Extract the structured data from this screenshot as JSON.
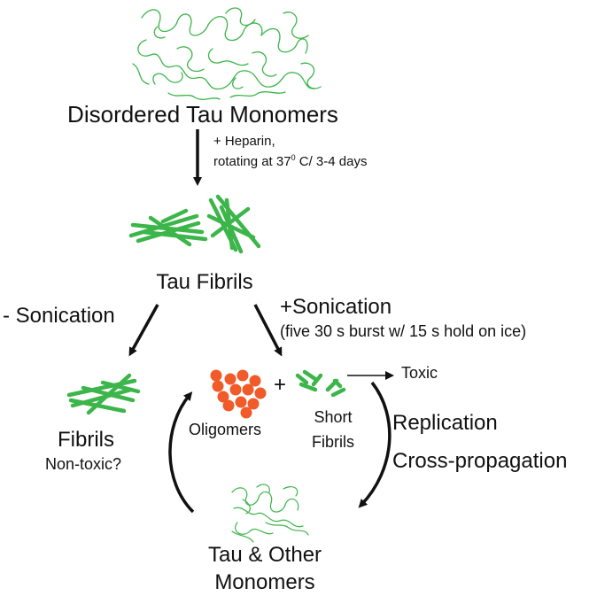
{
  "title": "Disordered Tau Monomers",
  "step1": {
    "line1": "+ Heparin,",
    "line2_pre": "rotating at 37",
    "line2_sup": "0",
    "line2_post": " C/ 3-4 days"
  },
  "fibrils_label": "Tau Fibrils",
  "minus_sonication": "- Sonication",
  "plus_sonication": "+Sonication",
  "sonication_detail": "(five 30 s burst w/ 15 s hold on ice)",
  "left_product": {
    "name": "Fibrils",
    "note": "Non-toxic?"
  },
  "oligomers": "Oligomers",
  "plus_sign": "+",
  "short_fibrils": {
    "line1": "Short",
    "line2": "Fibrils"
  },
  "toxic": "Toxic",
  "replication": "Replication",
  "cross_propagation": "Cross-propagation",
  "monomers_bottom": {
    "line1": "Tau & Other",
    "line2": "Monomers"
  },
  "colors": {
    "green": "#3cb54a",
    "orange": "#f15a29",
    "arrow": "#111111"
  }
}
